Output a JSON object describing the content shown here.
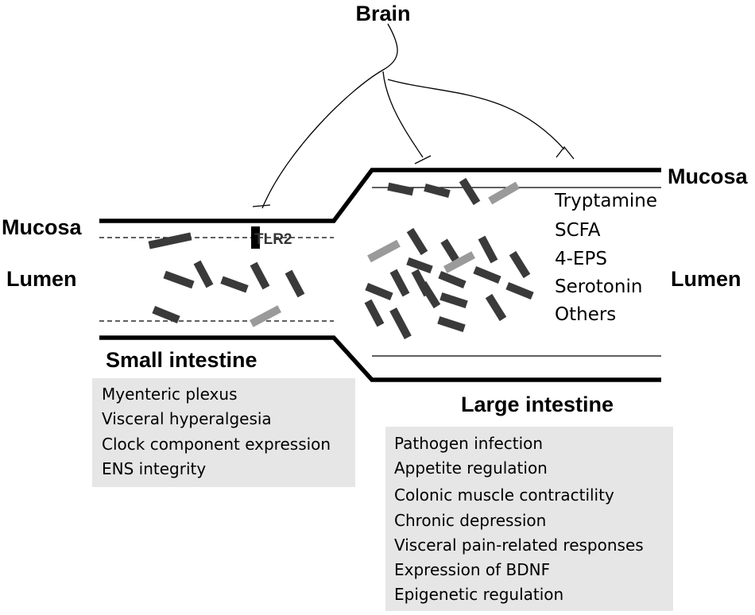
{
  "labels": {
    "brain": "Brain",
    "mucosa_left": "Mucosa",
    "mucosa_right": "Mucosa",
    "lumen_left": "Lumen",
    "lumen_right": "Lumen",
    "tlr2": "TLR2",
    "small_intestine": "Small intestine",
    "large_intestine": "Large intestine"
  },
  "metabolites": [
    "Tryptamine",
    "SCFA",
    "4-EPS",
    "Serotonin",
    "Others"
  ],
  "small_intestine_effects": [
    "Myenteric plexus",
    "Visceral hyperalgesia",
    "Clock component expression",
    "ENS integrity"
  ],
  "large_intestine_effects": [
    "Pathogen infection",
    "Appetite regulation",
    "Colonic muscle contractility",
    "Chronic depression",
    "Visceral pain-related responses",
    "Expression of BDNF",
    "Epigenetic regulation"
  ],
  "colors": {
    "bacteria_dark": "#3a3a3a",
    "bacteria_light": "#9a9a9a",
    "box_fill": "#e6e6e6",
    "line": "#000000"
  }
}
